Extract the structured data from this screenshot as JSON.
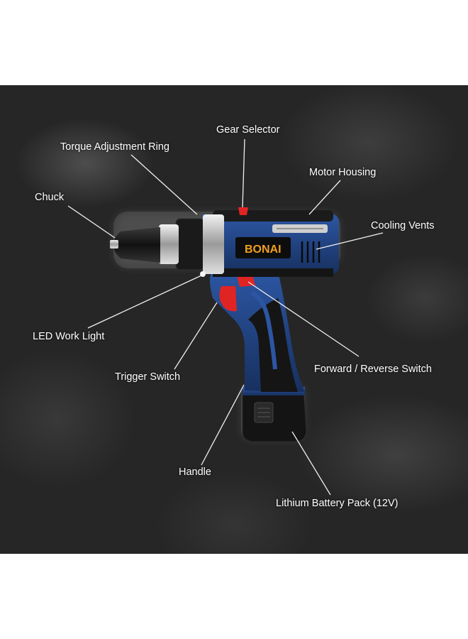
{
  "brand": "BONAI",
  "labels": {
    "gear_selector": "Gear Selector",
    "torque_ring": "Torque Adjustment Ring",
    "motor_housing": "Motor Housing",
    "chuck": "Chuck",
    "cooling_vents": "Cooling Vents",
    "led_light": "LED Work Light",
    "trigger_switch": "Trigger Switch",
    "forward_reverse": "Forward / Reverse Switch",
    "handle": "Handle",
    "battery_pack": "Lithium Battery Pack (12V)"
  },
  "colors": {
    "background": "#262626",
    "body_blue": "#1f3e7a",
    "grip_black": "#141414",
    "trigger_red": "#e02424",
    "brand_orange": "#f0a020",
    "chrome": "#c9c9c9"
  }
}
